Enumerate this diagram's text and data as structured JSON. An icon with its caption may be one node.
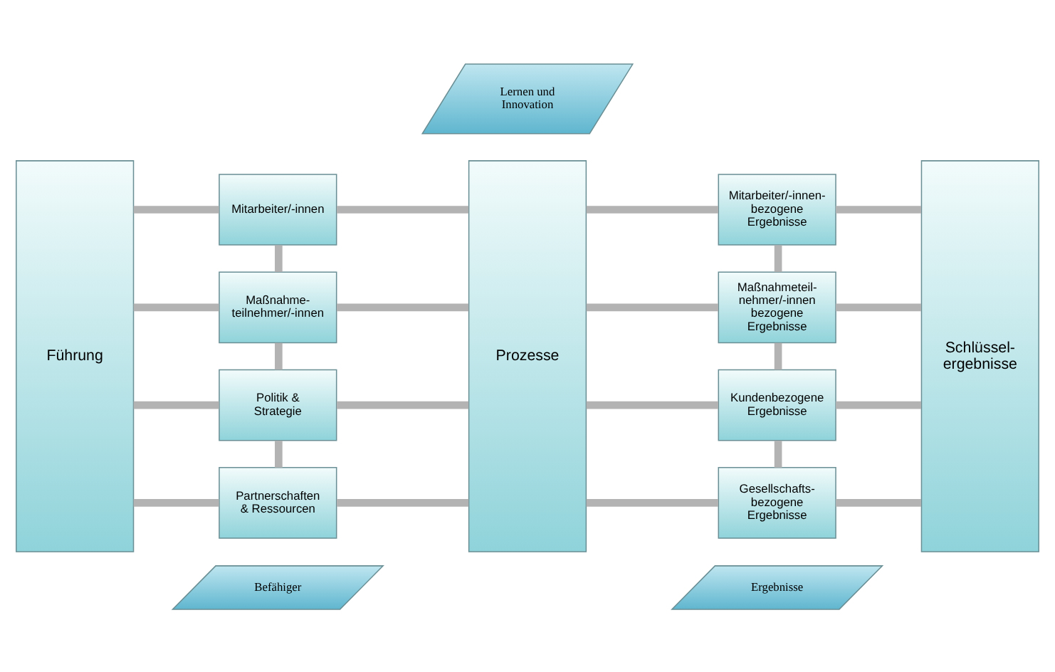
{
  "diagram": {
    "nodes": [
      {
        "text": [
          "Befähiger"
        ]
      },
      {
        "text": [
          "Ergebnisse"
        ]
      },
      {
        "text": [
          "Führung"
        ]
      },
      {
        "text": [
          "Mitarbeiter/-innen"
        ]
      },
      {
        "text": [
          "Maßnahme- teilnehmer/-innen"
        ]
      },
      {
        "text": [
          "Politik & Strategie"
        ]
      },
      {
        "text": [
          "Partnerschaften & Ressourcen"
        ]
      },
      {
        "text": [
          "Prozesse"
        ]
      },
      {
        "text": [
          "Mitarbeiter/-innen- bezogene Ergebnisse"
        ]
      },
      {
        "text": [
          "Maßnahmeteil- nehmer/-innen bezogene Ergebnisse"
        ]
      },
      {
        "text": [
          "Kundenbezogene Ergebnisse"
        ]
      },
      {
        "text": [
          "Gesellschafts- bezogene Ergebnisse"
        ]
      },
      {
        "text": [
          "Schlüssel- ergebnisse"
        ]
      },
      {
        "text": [
          "Lernen und Innovation"
        ]
      }
    ],
    "edges": [
      {
        "from": 2,
        "to": 3,
        "arrow": "none"
      },
      {
        "from": 2,
        "to": 4,
        "arrow": "none"
      },
      {
        "from": 2,
        "to": 5,
        "arrow": "none"
      },
      {
        "from": 2,
        "to": 6,
        "arrow": "none"
      },
      {
        "from": 3,
        "to": 4,
        "arrow": "none"
      },
      {
        "from": 4,
        "to": 5,
        "arrow": "none"
      },
      {
        "from": 5,
        "to": 6,
        "arrow": "none"
      },
      {
        "from": 3,
        "to": 7,
        "arrow": "none"
      },
      {
        "from": 4,
        "to": 7,
        "arrow": "none"
      },
      {
        "from": 5,
        "to": 7,
        "arrow": "none"
      },
      {
        "from": 6,
        "to": 7,
        "arrow": "none"
      },
      {
        "from": 7,
        "to": 8,
        "arrow": "none"
      },
      {
        "from": 7,
        "to": 9,
        "arrow": "none"
      },
      {
        "from": 7,
        "to": 10,
        "arrow": "none"
      },
      {
        "from": 7,
        "to": 11,
        "arrow": "none"
      },
      {
        "from": 8,
        "to": 9,
        "arrow": "none"
      },
      {
        "from": 9,
        "to": 10,
        "arrow": "none"
      },
      {
        "from": 10,
        "to": 11,
        "arrow": "none"
      },
      {
        "from": 8,
        "to": 12,
        "arrow": "none"
      },
      {
        "from": 9,
        "to": 12,
        "arrow": "none"
      },
      {
        "from": 10,
        "to": 12,
        "arrow": "none"
      },
      {
        "from": 11,
        "to": 12,
        "arrow": "none"
      }
    ]
  }
}
